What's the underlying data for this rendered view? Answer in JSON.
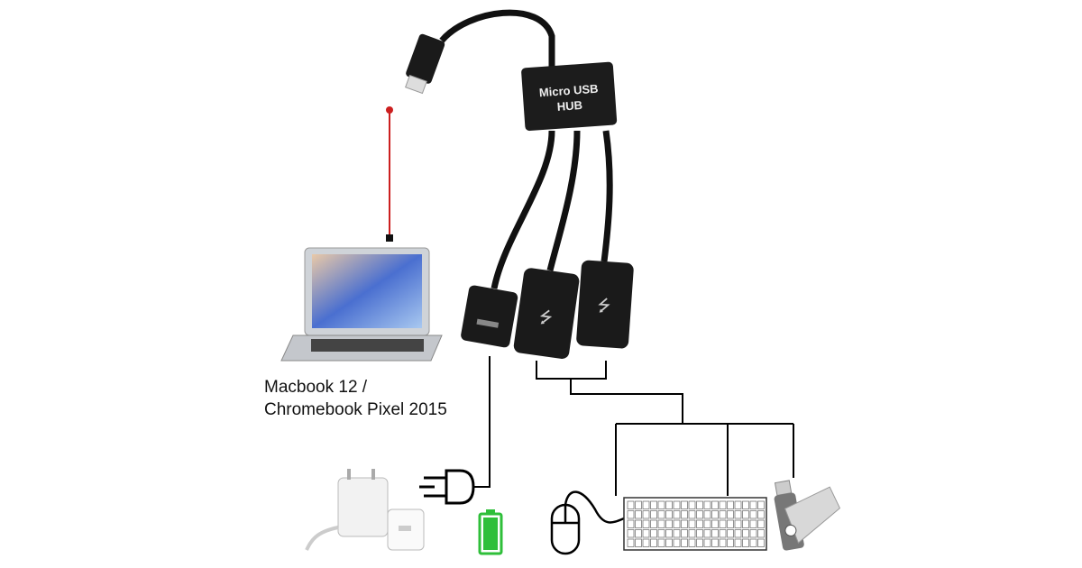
{
  "hub": {
    "label_line1": "Micro USB",
    "label_line2": "HUB"
  },
  "laptop": {
    "caption_line1": "Macbook 12 /",
    "caption_line2": "Chromebook Pixel 2015"
  },
  "colors": {
    "cable": "#111111",
    "connector_line": "#cc1f1f",
    "battery": "#2fbf3a",
    "line": "#000000"
  },
  "icons": [
    "micro-usb-plug-icon",
    "laptop-icon",
    "power-plug-icon",
    "battery-icon",
    "wall-charger-icon",
    "mouse-icon",
    "keyboard-icon",
    "usb-flash-drive-icon",
    "usb-symbol-icon"
  ]
}
